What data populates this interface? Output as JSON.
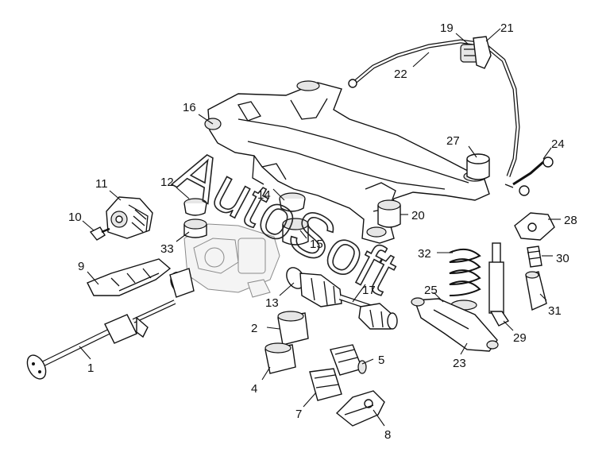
{
  "watermark": {
    "text": "AutoSoft"
  },
  "parts": [
    {
      "id": "p1",
      "number": "1"
    },
    {
      "id": "p2",
      "number": "2"
    },
    {
      "id": "p4",
      "number": "4"
    },
    {
      "id": "p5",
      "number": "5"
    },
    {
      "id": "p7",
      "number": "7"
    },
    {
      "id": "p8",
      "number": "8"
    },
    {
      "id": "p9",
      "number": "9"
    },
    {
      "id": "p10",
      "number": "10"
    },
    {
      "id": "p11",
      "number": "11"
    },
    {
      "id": "p12",
      "number": "12"
    },
    {
      "id": "p13",
      "number": "13"
    },
    {
      "id": "p14",
      "number": "14"
    },
    {
      "id": "p15",
      "number": "15"
    },
    {
      "id": "p16",
      "number": "16"
    },
    {
      "id": "p17",
      "number": "17"
    },
    {
      "id": "p19",
      "number": "19"
    },
    {
      "id": "p20",
      "number": "20"
    },
    {
      "id": "p21",
      "number": "21"
    },
    {
      "id": "p22",
      "number": "22"
    },
    {
      "id": "p23",
      "number": "23"
    },
    {
      "id": "p24",
      "number": "24"
    },
    {
      "id": "p25",
      "number": "25"
    },
    {
      "id": "p27",
      "number": "27"
    },
    {
      "id": "p28",
      "number": "28"
    },
    {
      "id": "p29",
      "number": "29"
    },
    {
      "id": "p30",
      "number": "30"
    },
    {
      "id": "p31",
      "number": "31"
    },
    {
      "id": "p32",
      "number": "32"
    },
    {
      "id": "p33",
      "number": "33"
    }
  ]
}
